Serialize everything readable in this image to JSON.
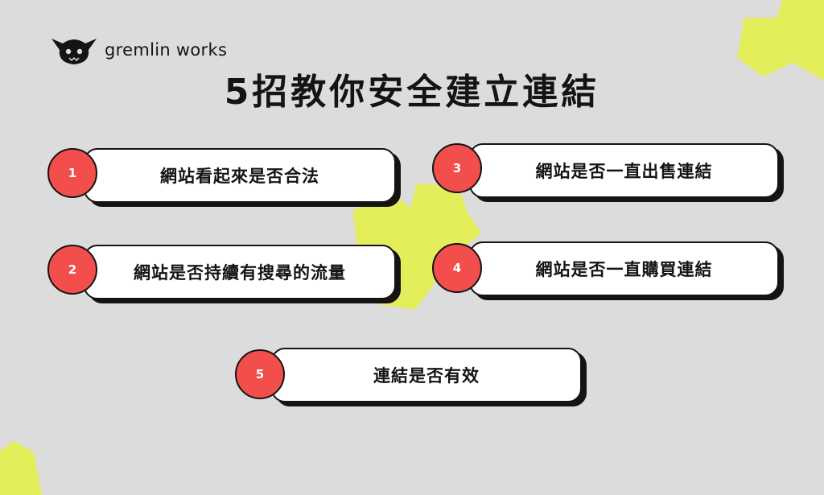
{
  "brand": {
    "name": "gremlin works",
    "logo_icon": "gremlin-mascot-icon"
  },
  "title": "5招教你安全建立連結",
  "colors": {
    "background": "#dcdcdc",
    "accent_yellow": "#e3ee5a",
    "badge_red": "#f24e4c",
    "ink": "#141414",
    "card": "#ffffff"
  },
  "tips": [
    {
      "number": "1",
      "label": "網站看起來是否合法"
    },
    {
      "number": "2",
      "label": "網站是否持續有搜尋的流量"
    },
    {
      "number": "3",
      "label": "網站是否一直出售連結"
    },
    {
      "number": "4",
      "label": "網站是否一直購買連結"
    },
    {
      "number": "5",
      "label": "連結是否有效"
    }
  ]
}
